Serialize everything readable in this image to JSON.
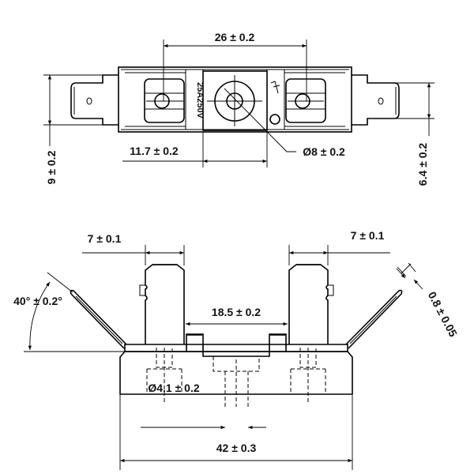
{
  "top_view": {
    "dim_spacing": "26 ± 0.2",
    "dim_height": "9 ± 0.2",
    "dim_tab_width": "6.4 ± 0.2",
    "dim_center_width": "11.7 ± 0.2",
    "dim_center_hole": "Ø8 ± 0.2",
    "rating_marking": "25A250V"
  },
  "side_view": {
    "dim_left_terminal": "7 ± 0.1",
    "dim_right_terminal": "7 ± 0.1",
    "dim_terminal_gap": "18.5 ± 0.2",
    "dim_angle": "40° ± 0.2°",
    "dim_thickness": "0.8 ± 0.05",
    "dim_mount_hole": "Ø4.1 ± 0.2",
    "dim_overall_length": "42 ± 0.3"
  }
}
